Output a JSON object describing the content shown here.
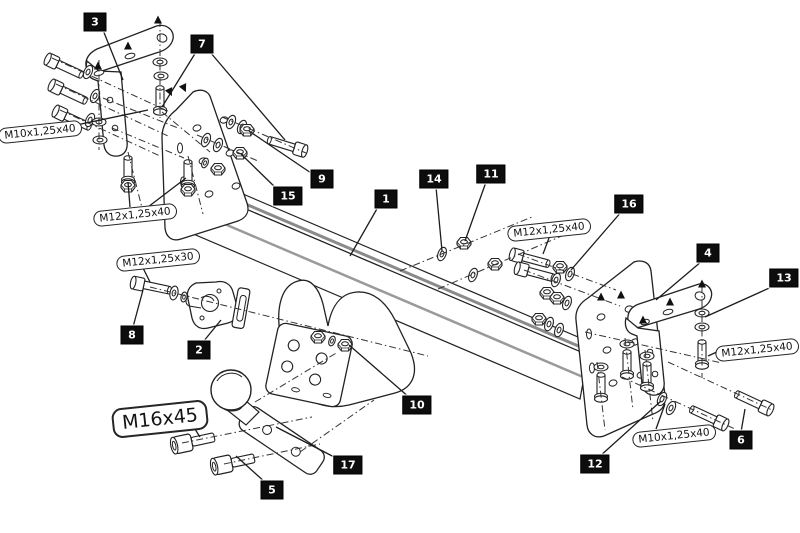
{
  "diagram": {
    "type": "exploded-parts-diagram",
    "subject": "tow bar hitch assembly",
    "background": "#ffffff",
    "line_color": "#222222",
    "label_style": {
      "bg": "#0d0d0d",
      "fg": "#ffffff"
    },
    "part_labels": [
      {
        "num": "1"
      },
      {
        "num": "2"
      },
      {
        "num": "3"
      },
      {
        "num": "4"
      },
      {
        "num": "5"
      },
      {
        "num": "6"
      },
      {
        "num": "7"
      },
      {
        "num": "8"
      },
      {
        "num": "9"
      },
      {
        "num": "10"
      },
      {
        "num": "11"
      },
      {
        "num": "12"
      },
      {
        "num": "13"
      },
      {
        "num": "14"
      },
      {
        "num": "15"
      },
      {
        "num": "16"
      },
      {
        "num": "17"
      }
    ],
    "spec_callouts": [
      {
        "text": "M10x1,25x40"
      },
      {
        "text": "M12x1,25x40"
      },
      {
        "text": "M12x1,25x30"
      },
      {
        "text": "M16x45"
      },
      {
        "text": "M12x1,25x40"
      },
      {
        "text": "M12x1,25x40"
      },
      {
        "text": "M10x1,25x40"
      }
    ]
  }
}
